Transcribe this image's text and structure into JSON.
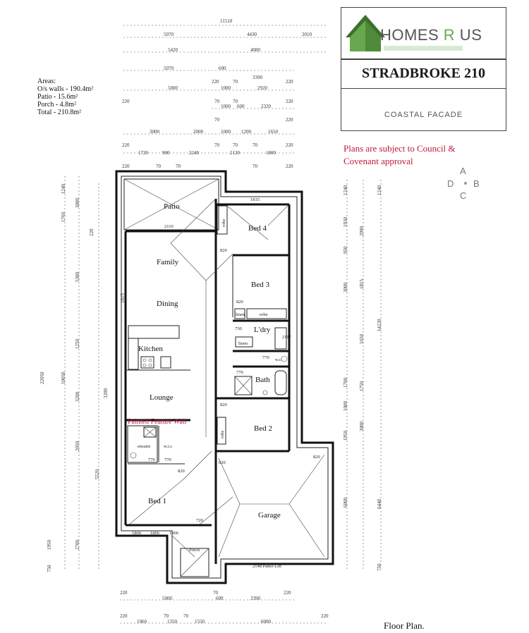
{
  "brand": {
    "name_a": "HOMES ",
    "name_r": "R",
    "name_b": " US",
    "accent": "#6aa84f"
  },
  "plan_name": "STRADBROKE 210",
  "facade": "COASTAL FACADE",
  "notice": "Plans are subject to Council & Covenant approval",
  "areas": {
    "heading": "Areas:",
    "os_walls": "O/s walls - 190.4m²",
    "patio": "Patio - 15.6m²",
    "porch": "Porch - 4.8m²",
    "total": "Total - 210.8m²"
  },
  "facade_options": {
    "a": "A",
    "b": "B",
    "c": "C",
    "d": "D"
  },
  "rooms": {
    "patio": "Patio",
    "family": "Family",
    "dining": "Dining",
    "kitchen": "Kitchen",
    "lounge": "Lounge",
    "bed1": "Bed 1",
    "bed2": "Bed 2",
    "bed3": "Bed 3",
    "bed4": "Bed 4",
    "laundry": "L'dry",
    "bath": "Bath",
    "garage": "Garage",
    "porch": "Porch",
    "ensuite": "ensuite",
    "wir": "w.i.r.",
    "robe": "robe",
    "linen": "linen",
    "wc": "w.c."
  },
  "feature_wall": "Painted Feature Wall",
  "garage_door": "2148 Panel-Lift",
  "floor_plan_label": "Floor Plan.",
  "dims_top": {
    "overall": "11510",
    "r1a": "5070",
    "r1b": "4430",
    "r1c": "2010",
    "r2a": "5420",
    "r2b": "4080",
    "r3a": "5070",
    "r3b": "600",
    "r4a": "220",
    "r4b": "70",
    "r4c": "3390",
    "r4d": "220",
    "r5a": "5000",
    "r5b": "1000",
    "r5c": "2920",
    "r6a": "220",
    "r6b": "70",
    "r6c": "70",
    "r6d": "220",
    "r7a": "1000",
    "r7b": "600",
    "r7c": "2320",
    "r8a": "70",
    "r8b": "220",
    "r9a": "3000",
    "r9b": "2000",
    "r9c": "1000",
    "r9d": "1200",
    "r9e": "1650",
    "r10a": "220",
    "r10b": "70",
    "r10c": "70",
    "r10d": "70",
    "r10e": "220",
    "r11a": "1720",
    "r11b": "900",
    "r11c": "2240",
    "r11d": "2120",
    "r11e": "1800",
    "r12a": "220",
    "r12b": "70",
    "r12c": "70",
    "r12d": "70",
    "r12e": "220"
  },
  "dims_bottom": {
    "b1a": "220",
    "b1b": "70",
    "b1c": "220",
    "b2a": "5000",
    "b2b": "600",
    "b2c": "3390",
    "b3a": "220",
    "b3b": "70",
    "b3c": "70",
    "b3d": "220",
    "b4a": "1960",
    "b4b": "1350",
    "b4c": "1550",
    "b4d": "6000"
  },
  "dims_left": {
    "l1": "1240",
    "l2": "3000",
    "l3": "1760",
    "l4": "220",
    "l5": "5300",
    "l6": "1815",
    "l7": "1250",
    "l8": "3200",
    "l9": "10050",
    "l10": "22050",
    "l11": "2050",
    "l12": "5520",
    "l13": "2700",
    "l14": "1950",
    "l15": "750",
    "l16": "3200"
  },
  "dims_right": {
    "r1": "1240",
    "r2": "1240",
    "r3": "2990",
    "r4": "1930",
    "r5": "3000",
    "r6": "1815",
    "r7": "1650",
    "r8": "14220",
    "r9": "1750",
    "r10": "3000",
    "r11": "6000",
    "r12": "6440",
    "r13": "750",
    "r14": "1950",
    "r15": "1000",
    "r16": "1700",
    "r17": "950"
  },
  "dims_inside": {
    "d1815a": "1815",
    "d820a": "820",
    "d820b": "820",
    "d820c": "820",
    "d730": "730",
    "d770a": "770",
    "d770b": "770",
    "d770c": "770",
    "d820d": "820",
    "d820e": "820",
    "d820f": "820",
    "d2110": "2110",
    "d1806a": "1806",
    "d1806b": "1806",
    "d1806c": "1806",
    "d720": "720",
    "d820g": "820",
    "d2117": "2117"
  }
}
